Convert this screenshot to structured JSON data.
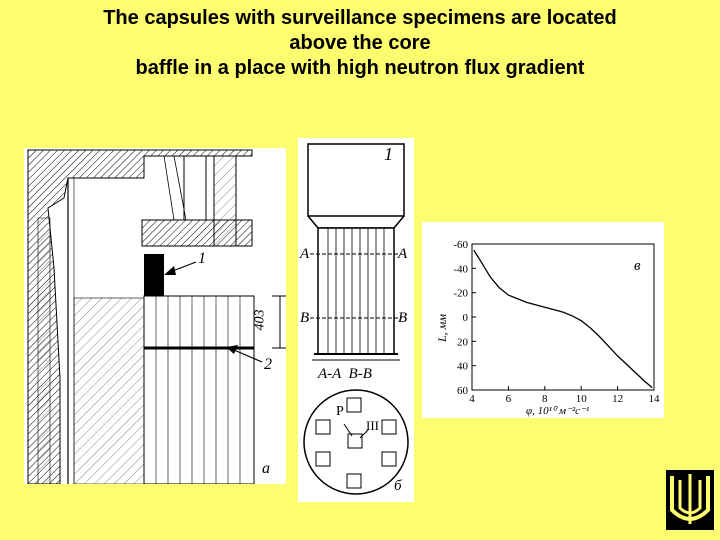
{
  "title": {
    "line1": "The capsules with surveillance specimens are located",
    "line2": "above the core",
    "line3": "baffle in a place with high neutron flux gradient"
  },
  "fig_a": {
    "label_1": "1",
    "label_2": "2",
    "dimension": "403",
    "panel_letter": "а"
  },
  "fig_b": {
    "label_1": "1",
    "section_A": "A",
    "section_B": "B",
    "section_caption": "A-A  B-B",
    "label_P": "P",
    "label_III": "III",
    "panel_letter": "б"
  },
  "chart_data": {
    "type": "line",
    "panel_letter": "в",
    "ylabel": "L, мм",
    "xlabel": "φ, 10¹⁰ м⁻²с⁻¹",
    "xlim": [
      4,
      14
    ],
    "ylim": [
      60,
      -60
    ],
    "x_ticks": [
      4,
      6,
      8,
      10,
      12,
      14
    ],
    "y_ticks": [
      -60,
      -40,
      -20,
      0,
      20,
      40,
      60
    ],
    "y_tick_labels": [
      "-60",
      "-40",
      "-20",
      "0",
      "20",
      "40",
      "60"
    ],
    "grid": false,
    "series": [
      {
        "x": [
          4.1,
          4.6,
          5.0,
          5.5,
          6.0,
          7.0,
          8.0,
          9.0,
          9.5,
          10.0,
          10.5,
          11.0,
          11.5,
          12.0,
          12.5,
          13.0,
          13.5,
          13.9
        ],
        "values": [
          -55,
          -43,
          -33,
          -24,
          -18,
          -12,
          -8,
          -4,
          -1,
          3,
          9,
          16,
          24,
          32,
          39,
          46,
          53,
          58
        ]
      }
    ]
  },
  "colors": {
    "background": "#fdfd6f",
    "panel": "#ffffff",
    "line": "#000000"
  },
  "logo": {
    "icon": "institute-logo-icon"
  }
}
